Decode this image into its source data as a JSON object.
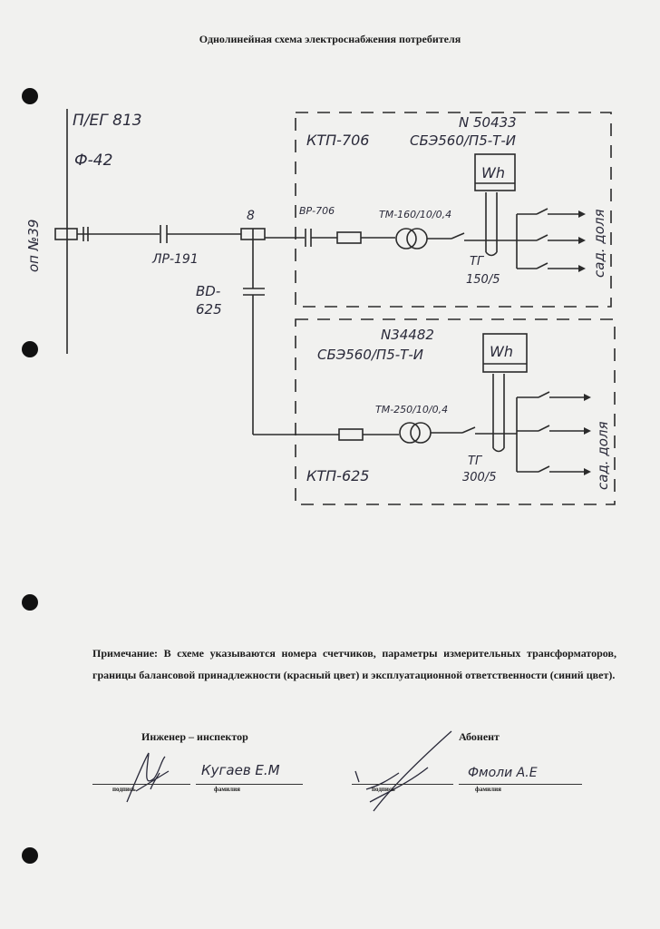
{
  "document": {
    "title": "Однолинейная схема электроснабжения потребителя"
  },
  "diagram": {
    "line_label": "П/ЕГ 813",
    "feeder_label": "Ф-42",
    "pole_label": "оп №39",
    "breaker_1": "ЛР-191",
    "node_label": "8",
    "breaker_2_line1": "ВD-",
    "breaker_2_line2": "625",
    "station_1": {
      "name": "КТП-706",
      "meter_no": "N 50433",
      "meter_type": "СБЭ560/П5-Т-И",
      "meter": "Wh",
      "switch": "ВР-706",
      "transformer": "ТМ-160/10/0,4",
      "ct_line1": "ТГ",
      "ct_line2": "150/5",
      "consumer": "сад. доля"
    },
    "station_2": {
      "name": "КТП-625",
      "meter_no": "N34482",
      "meter_type": "СБЭ560/П5-Т-И",
      "meter": "Wh",
      "transformer": "ТМ-250/10/0,4",
      "ct_line1": "ТГ",
      "ct_line2": "300/5",
      "consumer": "сад. доля"
    }
  },
  "note": {
    "text": "Примечание: В схеме указываются номера счетчиков, параметры измерительных трансформаторов, границы балансовой принадлежности (красный цвет) и эксплуатационной ответственности (синий цвет)."
  },
  "signatures": {
    "inspector_label": "Инженер – инспектор",
    "subscriber_label": "Абонент",
    "signature_caption": "подпись",
    "surname_caption": "фамилия",
    "inspector_surname": "Кугаев Е.М",
    "subscriber_surname": "Фмоли А.Е"
  }
}
